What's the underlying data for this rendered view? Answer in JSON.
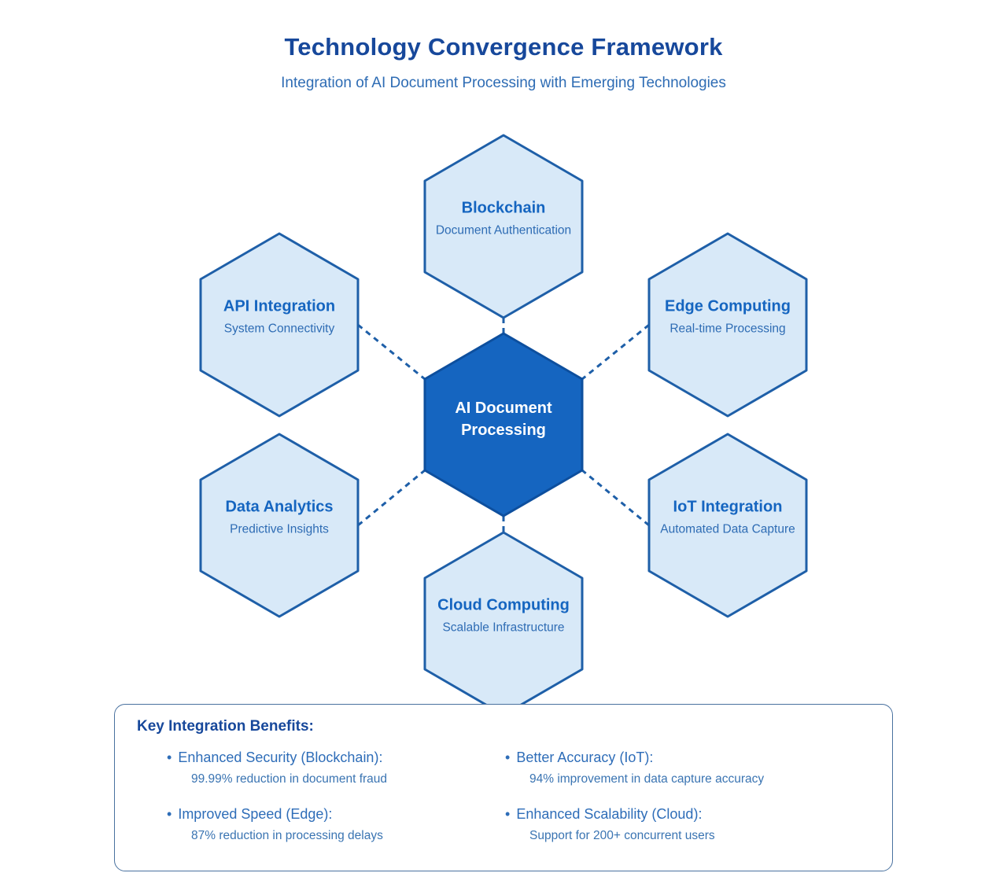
{
  "header": {
    "title": "Technology Convergence Framework",
    "subtitle": "Integration of AI Document Processing with Emerging Technologies"
  },
  "center_node": {
    "line1": "AI Document",
    "line2": "Processing"
  },
  "nodes": [
    {
      "id": "blockchain",
      "title": "Blockchain",
      "subtitle": "Document Authentication"
    },
    {
      "id": "api",
      "title": "API Integration",
      "subtitle": "System Connectivity"
    },
    {
      "id": "edge",
      "title": "Edge Computing",
      "subtitle": "Real-time Processing"
    },
    {
      "id": "data",
      "title": "Data Analytics",
      "subtitle": "Predictive Insights"
    },
    {
      "id": "iot",
      "title": "IoT Integration",
      "subtitle": "Automated Data Capture"
    },
    {
      "id": "cloud",
      "title": "Cloud Computing",
      "subtitle": "Scalable Infrastructure"
    }
  ],
  "benefits": {
    "heading": "Key Integration Benefits:",
    "bullet": "•",
    "items": [
      {
        "label": "Enhanced Security (Blockchain):",
        "detail": "99.99% reduction in document fraud"
      },
      {
        "label": "Improved Speed (Edge):",
        "detail": "87% reduction in processing delays"
      },
      {
        "label": "Better Accuracy (IoT):",
        "detail": "94% improvement in data capture accuracy"
      },
      {
        "label": "Enhanced Scalability (Cloud):",
        "detail": "Support for 200+ concurrent users"
      }
    ]
  },
  "colors": {
    "title_text": "#17489b",
    "subtitle_text": "#2e6cb4",
    "hex_fill_light": "#d8e9f8",
    "hex_border": "#1e5fa8",
    "center_fill": "#1565c0",
    "center_border": "#0d4f9e",
    "connector": "#1e5fa8",
    "benefits_border": "#49719f"
  }
}
